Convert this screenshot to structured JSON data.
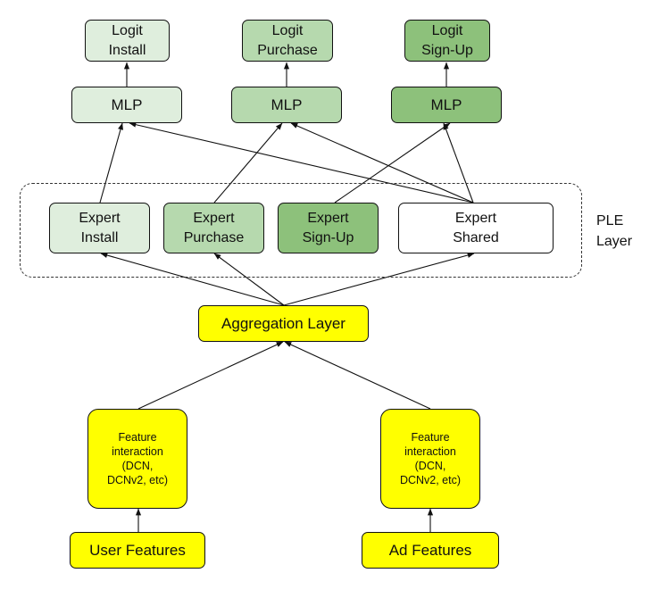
{
  "colors": {
    "install": "#dfeedd",
    "purchase": "#b6d9ae",
    "signup": "#8dc17b",
    "shared": "#ffffff",
    "feature": "#ffff00",
    "line": "#111111"
  },
  "logits": {
    "install": "Logit\nInstall",
    "purchase": "Logit\nPurchase",
    "signup": "Logit\nSign-Up"
  },
  "mlps": {
    "install": "MLP",
    "purchase": "MLP",
    "signup": "MLP"
  },
  "experts": {
    "install": "Expert\nInstall",
    "purchase": "Expert\nPurchase",
    "signup": "Expert\nSign-Up",
    "shared": "Expert\nShared"
  },
  "ple_label": "PLE\nLayer",
  "aggregation": "Aggregation Layer",
  "feature_interaction": {
    "user": "Feature\ninteraction\n(DCN,\nDCNv2, etc)",
    "ad": "Feature\ninteraction\n(DCN,\nDCNv2, etc)"
  },
  "inputs": {
    "user": "User Features",
    "ad": "Ad Features"
  }
}
